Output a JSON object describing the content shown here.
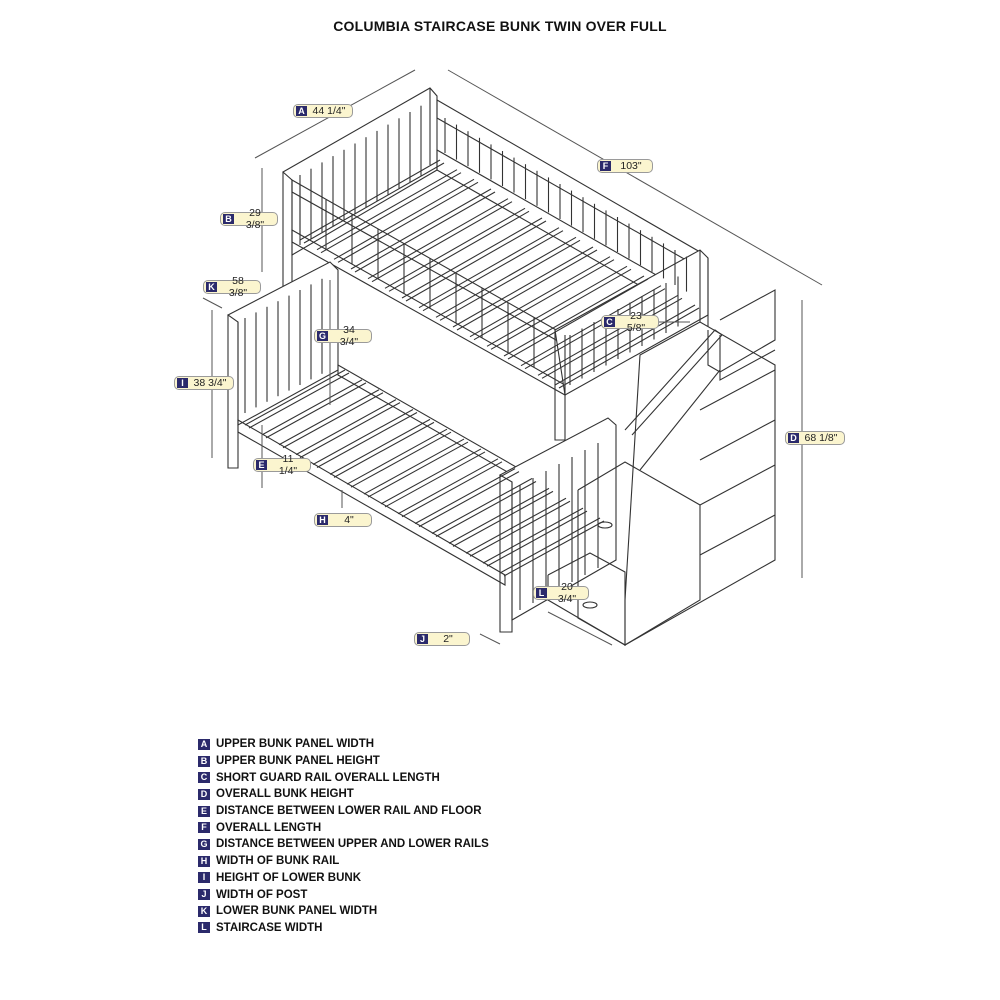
{
  "title": "COLUMBIA STAIRCASE BUNK TWIN OVER FULL",
  "callouts": [
    {
      "letter": "A",
      "value": "44 1/4\""
    },
    {
      "letter": "B",
      "value": "29 3/8\""
    },
    {
      "letter": "C",
      "value": "23 5/8\""
    },
    {
      "letter": "D",
      "value": "68 1/8\""
    },
    {
      "letter": "E",
      "value": "11 1/4\""
    },
    {
      "letter": "F",
      "value": "103\""
    },
    {
      "letter": "G",
      "value": "34 3/4\""
    },
    {
      "letter": "H",
      "value": "4\""
    },
    {
      "letter": "I",
      "value": "38 3/4\""
    },
    {
      "letter": "J",
      "value": "2\""
    },
    {
      "letter": "K",
      "value": "58 3/8\""
    },
    {
      "letter": "L",
      "value": "20 3/4\""
    }
  ],
  "legend": [
    {
      "letter": "A",
      "label": "UPPER BUNK PANEL WIDTH"
    },
    {
      "letter": "B",
      "label": "UPPER BUNK PANEL HEIGHT"
    },
    {
      "letter": "C",
      "label": "SHORT GUARD RAIL OVERALL LENGTH"
    },
    {
      "letter": "D",
      "label": "OVERALL BUNK HEIGHT"
    },
    {
      "letter": "E",
      "label": "DISTANCE BETWEEN LOWER RAIL AND FLOOR"
    },
    {
      "letter": "F",
      "label": "OVERALL LENGTH"
    },
    {
      "letter": "G",
      "label": "DISTANCE BETWEEN UPPER AND LOWER RAILS"
    },
    {
      "letter": "H",
      "label": "WIDTH OF BUNK RAIL"
    },
    {
      "letter": "I",
      "label": "HEIGHT OF LOWER BUNK"
    },
    {
      "letter": "J",
      "label": "WIDTH OF POST"
    },
    {
      "letter": "K",
      "label": "LOWER BUNK PANEL WIDTH"
    },
    {
      "letter": "L",
      "label": "STAIRCASE WIDTH"
    }
  ],
  "colors": {
    "badge": "#2b2a6b",
    "callout_bg": "#fbf5cf",
    "line": "#333333"
  }
}
